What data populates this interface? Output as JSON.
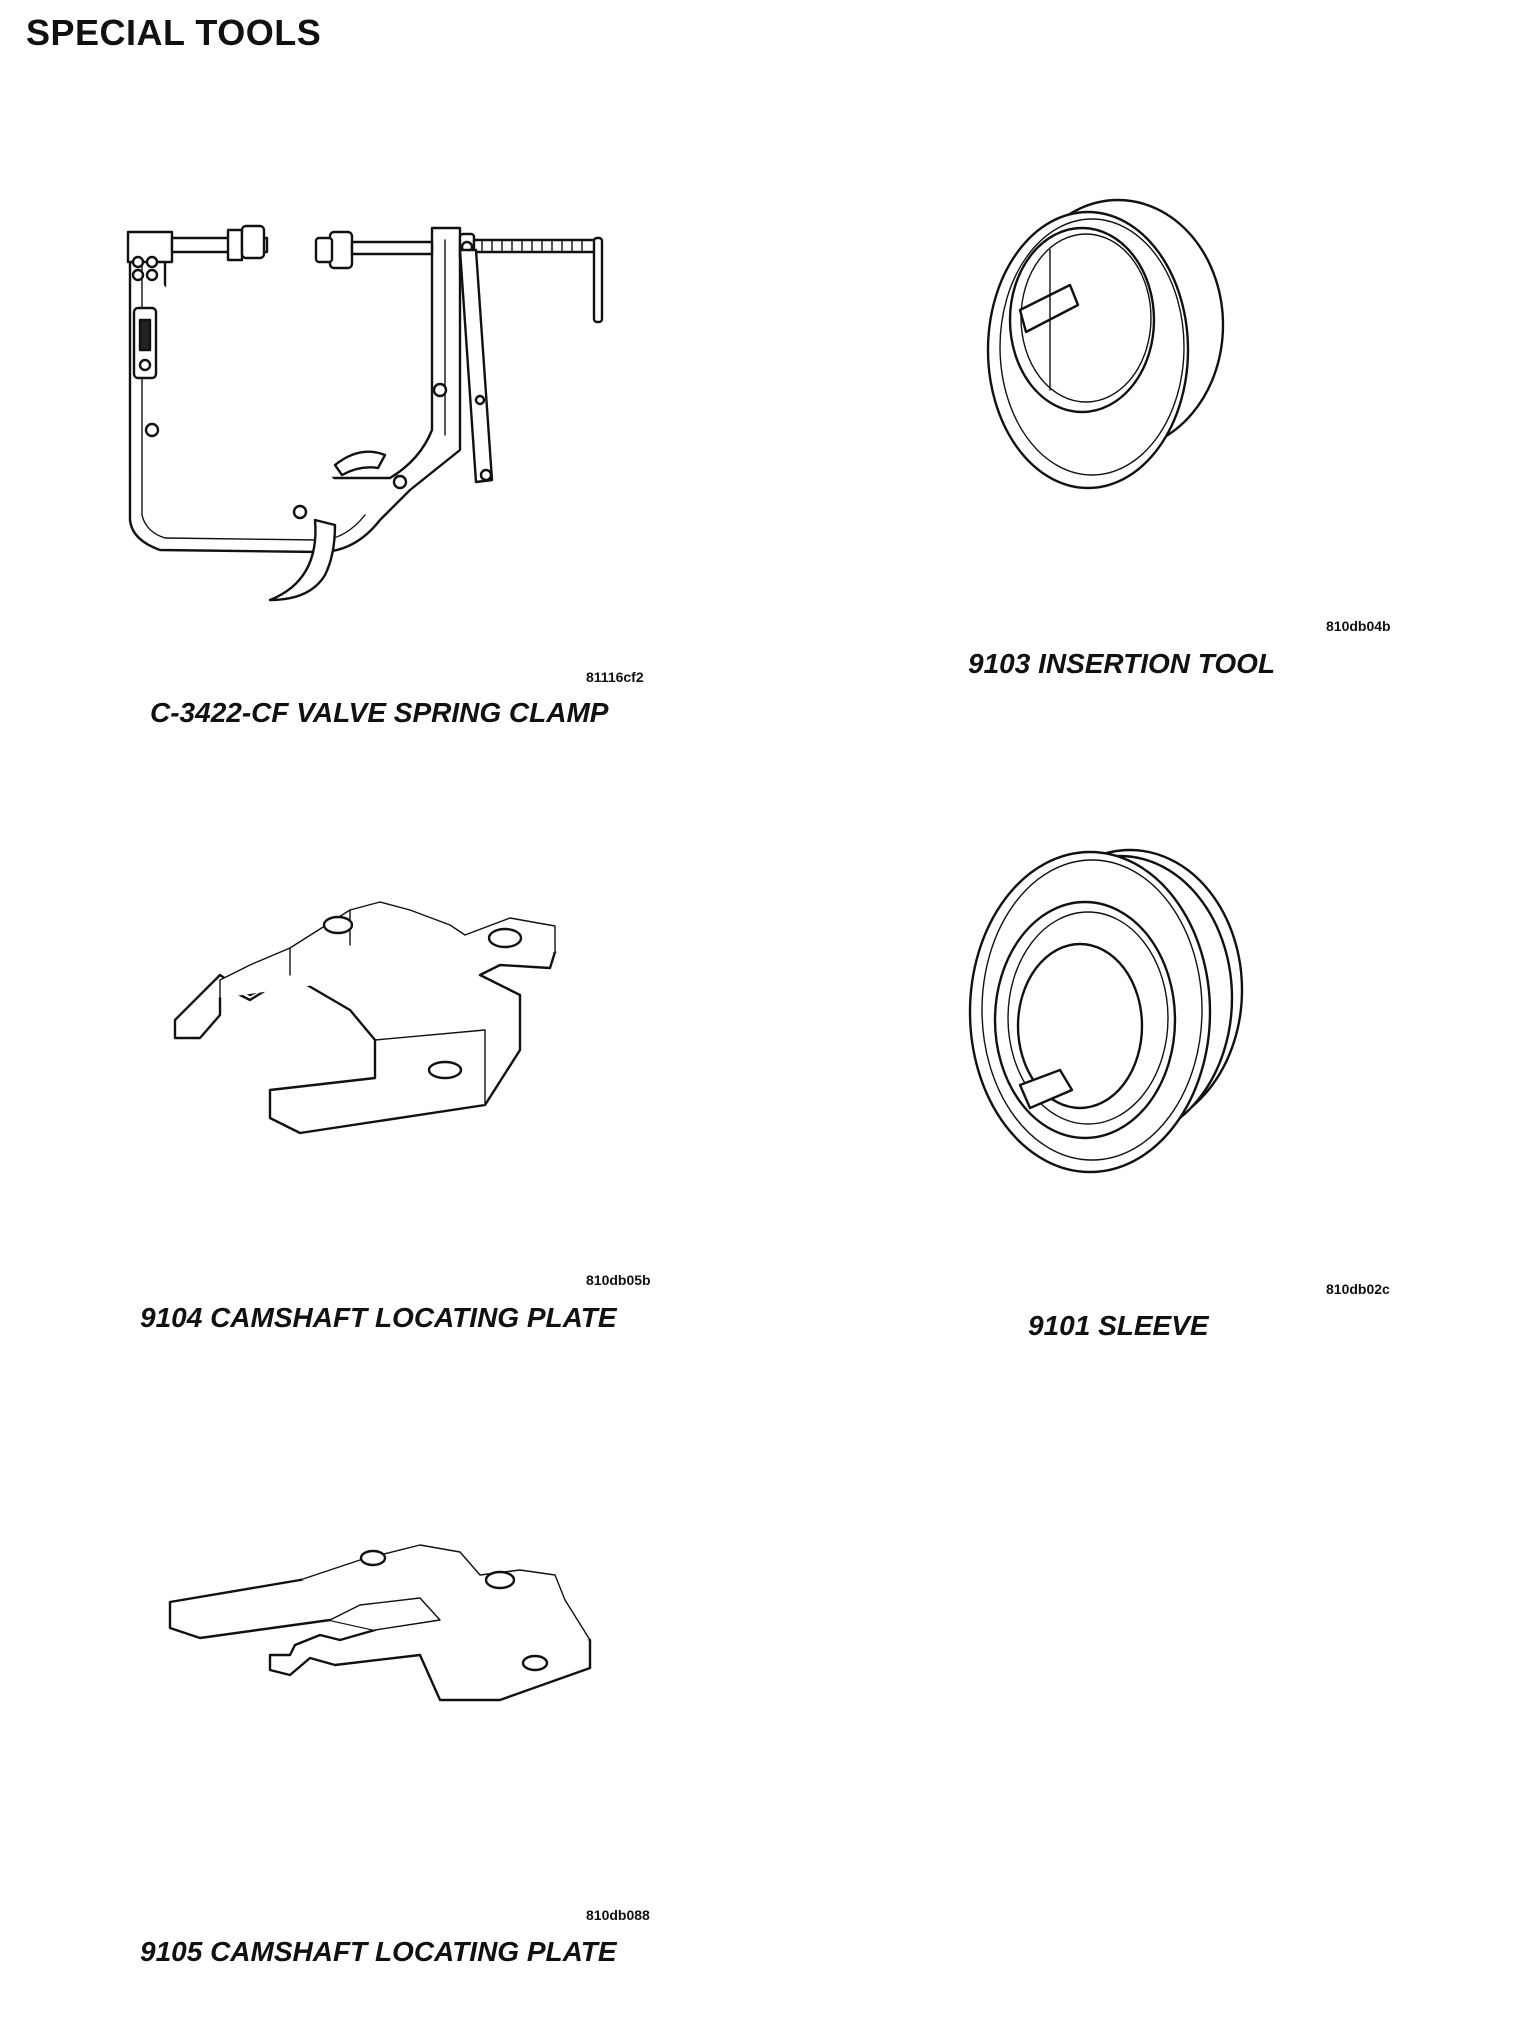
{
  "page": {
    "title": "SPECIAL TOOLS"
  },
  "tools": [
    {
      "code": "81116cf2",
      "caption": "C-3422-CF VALVE SPRING CLAMP"
    },
    {
      "code": "810db04b",
      "caption": "9103 INSERTION TOOL"
    },
    {
      "code": "810db05b",
      "caption": "9104 CAMSHAFT LOCATING PLATE"
    },
    {
      "code": "810db02c",
      "caption": "9101 SLEEVE"
    },
    {
      "code": "810db088",
      "caption": "9105 CAMSHAFT LOCATING PLATE"
    }
  ]
}
